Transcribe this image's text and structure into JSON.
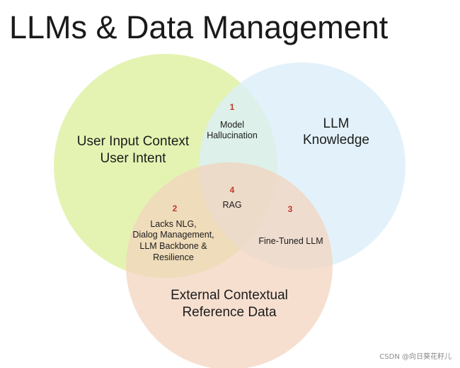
{
  "title": "LLMs & Data Management",
  "colors": {
    "circle_left": "#dcef9c",
    "circle_right": "#dbeef8",
    "circle_bottom": "#f2d2bd",
    "number_color": "#c0392b"
  },
  "circles": {
    "left": {
      "line1": "User Input Context",
      "line2": "User Intent"
    },
    "right": {
      "line1": "LLM",
      "line2": "Knowledge"
    },
    "bottom": {
      "line1": "External Contextual",
      "line2": "Reference Data"
    }
  },
  "regions": {
    "r1": {
      "number": "1",
      "line1": "Model",
      "line2": "Hallucination"
    },
    "r2": {
      "number": "2",
      "line1": "Lacks NLG,",
      "line2": "Dialog Management,",
      "line3": "LLM Backbone &",
      "line4": "Resilience"
    },
    "r3": {
      "number": "3",
      "line1": "Fine-Tuned LLM"
    },
    "r4": {
      "number": "4",
      "line1": "RAG"
    }
  },
  "watermark": "CSDN @向日葵花籽儿"
}
